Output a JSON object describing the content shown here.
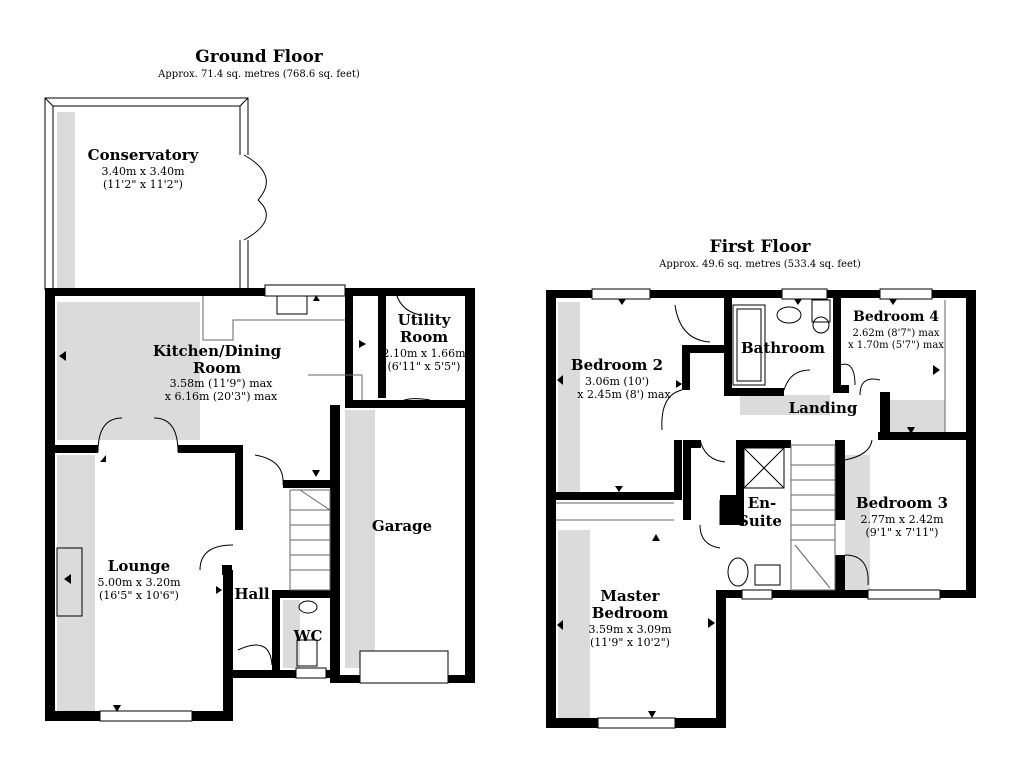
{
  "ground_floor": {
    "title": "Ground Floor",
    "area": "Approx. 71.4 sq. metres (768.6 sq. feet)",
    "rooms": {
      "conservatory": {
        "name": "Conservatory",
        "dim1": "3.40m x 3.40m",
        "dim2": "(11'2\" x 11'2\")"
      },
      "kitchen": {
        "name1": "Kitchen/Dining",
        "name2": "Room",
        "dim1": "3.58m (11'9\") max",
        "dim2": "x 6.16m (20'3\") max"
      },
      "utility": {
        "name1": "Utility",
        "name2": "Room",
        "dim1": "2.10m x 1.66m",
        "dim2": "(6'11\" x 5'5\")"
      },
      "garage": {
        "name": "Garage"
      },
      "lounge": {
        "name": "Lounge",
        "dim1": "5.00m x 3.20m",
        "dim2": "(16'5\" x 10'6\")"
      },
      "hall": {
        "name": "Hall"
      },
      "wc": {
        "name": "WC"
      }
    }
  },
  "first_floor": {
    "title": "First Floor",
    "area": "Approx. 49.6 sq. metres (533.4 sq. feet)",
    "rooms": {
      "bedroom2": {
        "name": "Bedroom 2",
        "dim1": "3.06m (10')",
        "dim2": "x 2.45m (8') max"
      },
      "bathroom": {
        "name": "Bathroom"
      },
      "bedroom4": {
        "name": "Bedroom 4",
        "dim1": "2.62m (8'7\") max",
        "dim2": "x 1.70m (5'7\") max"
      },
      "landing": {
        "name": "Landing"
      },
      "ensuite": {
        "name1": "En-",
        "name2": "Suite"
      },
      "bedroom3": {
        "name": "Bedroom 3",
        "dim1": "2.77m x 2.42m",
        "dim2": "(9'1\" x 7'11\")"
      },
      "master": {
        "name1": "Master",
        "name2": "Bedroom",
        "dim1": "3.59m x 3.09m",
        "dim2": "(11'9\" x 10'2\")"
      }
    }
  }
}
